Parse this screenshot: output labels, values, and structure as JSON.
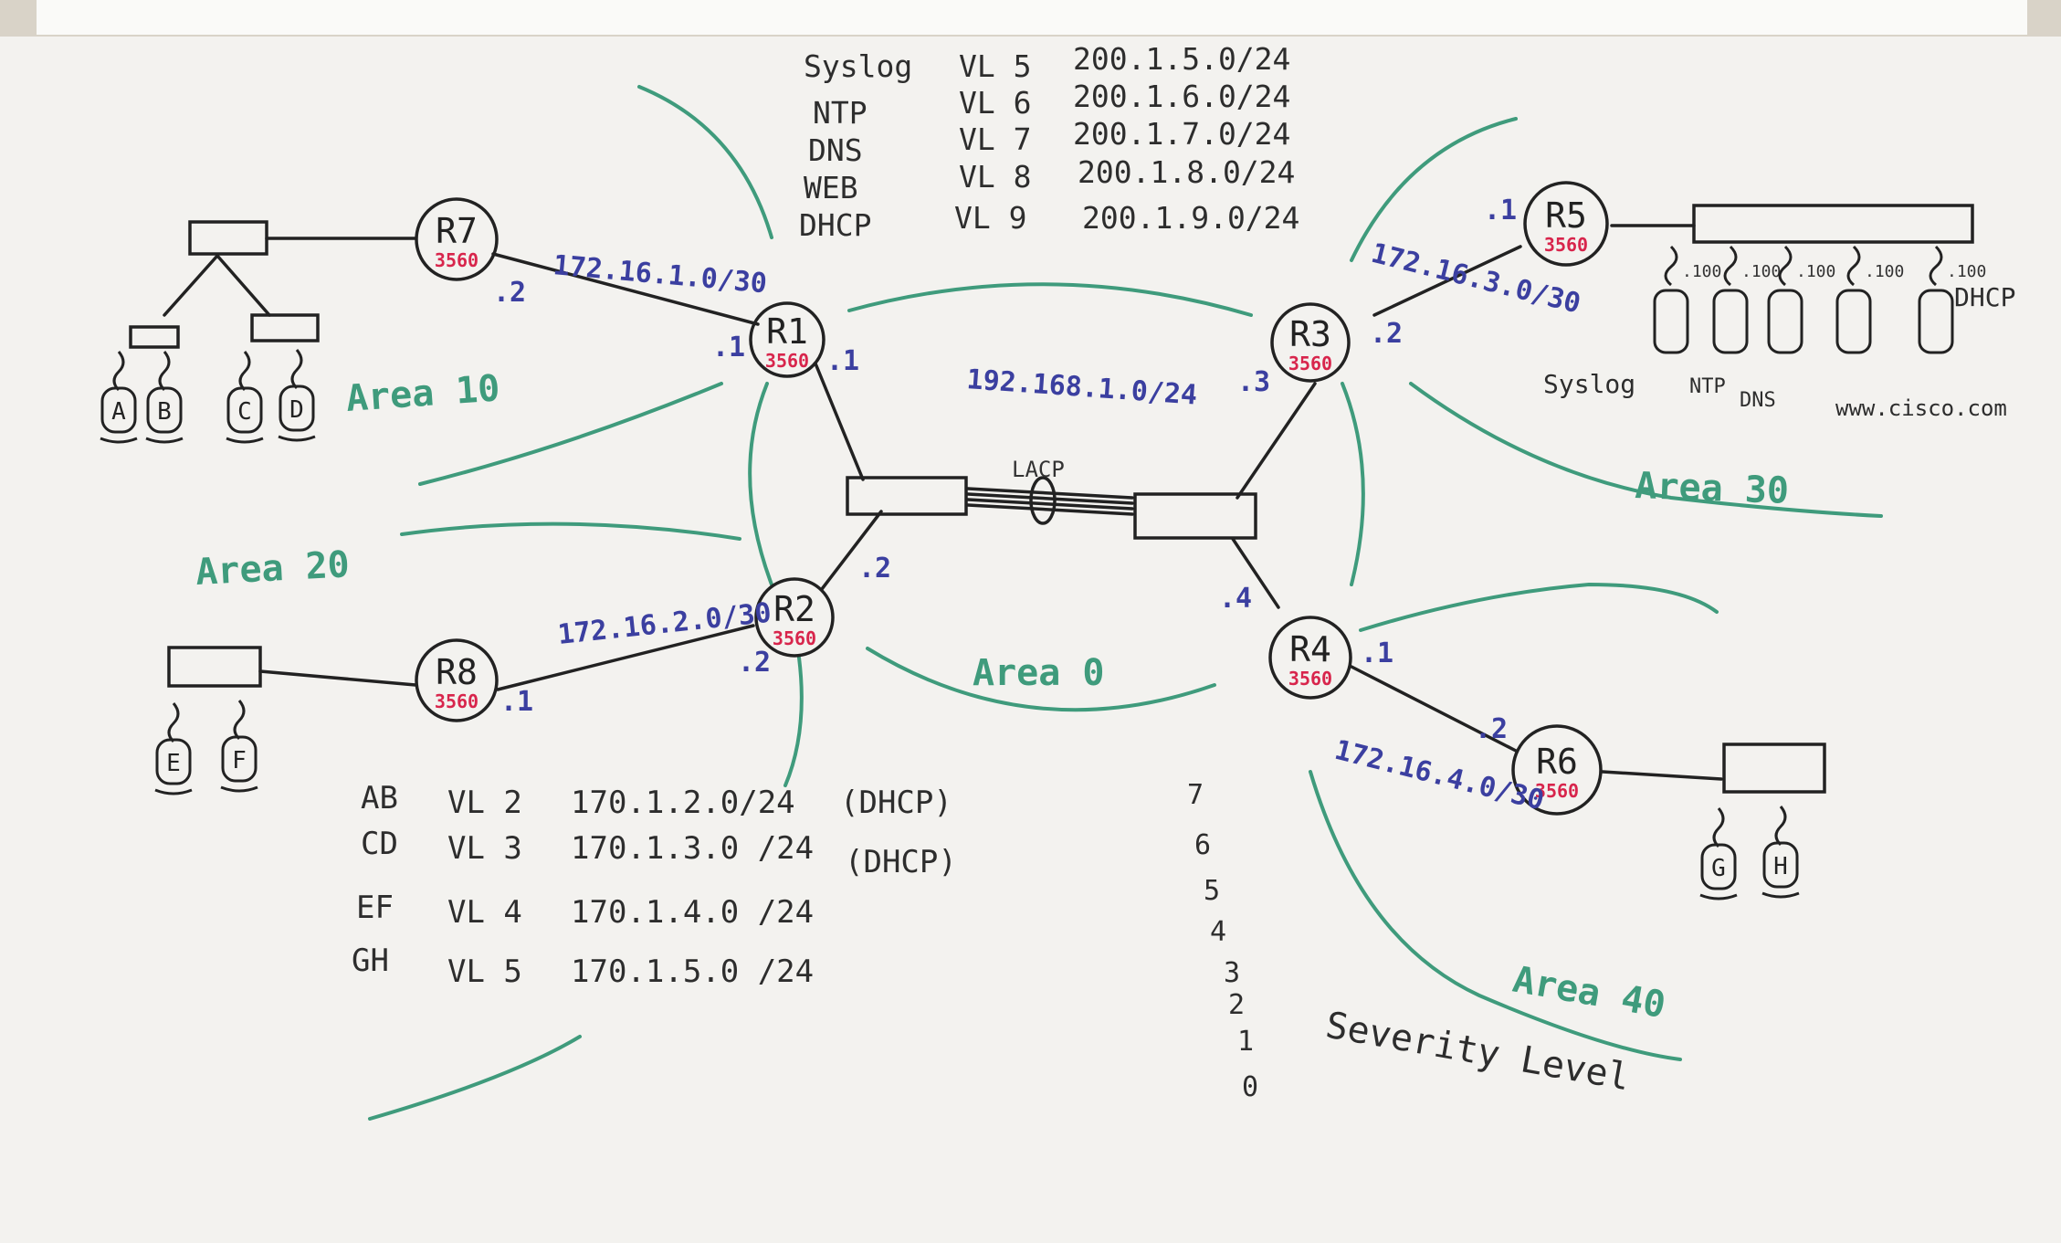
{
  "top_services": [
    {
      "name": "Syslog",
      "vlan": "VL 5",
      "subnet": "200.1.5.0/24"
    },
    {
      "name": "NTP",
      "vlan": "VL 6",
      "subnet": "200.1.6.0/24"
    },
    {
      "name": "DNS",
      "vlan": "VL 7",
      "subnet": "200.1.7.0/24"
    },
    {
      "name": "WEB",
      "vlan": "VL 8",
      "subnet": "200.1.8.0/24"
    },
    {
      "name": "DHCP",
      "vlan": "VL 9",
      "subnet": "200.1.9.0/24"
    }
  ],
  "routers": {
    "r7": {
      "name": "R7",
      "model": "3560"
    },
    "r1": {
      "name": "R1",
      "model": "3560"
    },
    "r2": {
      "name": "R2",
      "model": "3560"
    },
    "r8": {
      "name": "R8",
      "model": "3560"
    },
    "r3": {
      "name": "R3",
      "model": "3560"
    },
    "r5": {
      "name": "R5",
      "model": "3560"
    },
    "r4": {
      "name": "R4",
      "model": "3560"
    },
    "r6": {
      "name": "R6",
      "model": "3560"
    }
  },
  "links": {
    "r7_r1": "172.16.1.0/30",
    "r8_r2": "172.16.2.0/30",
    "r5_r3": "172.16.3.0/30",
    "r4_r6": "172.16.4.0/30",
    "core": "192.168.1.0/24",
    "lacp": "LACP"
  },
  "interface_ids": {
    "r7": ".2",
    "r1_w": ".1",
    "r1_s": ".1",
    "r2_n": ".2",
    "r2_w": ".2",
    "r8": ".1",
    "r3_e": ".2",
    "r3_s": ".3",
    "r5": ".1",
    "r4_n": ".4",
    "r4_e": ".1",
    "r6": ".2"
  },
  "areas": {
    "a10": "Area 10",
    "a20": "Area 20",
    "a0": "Area 0",
    "a30": "Area 30",
    "a40": "Area 40"
  },
  "hosts": {
    "a": "A",
    "b": "B",
    "c": "C",
    "d": "D",
    "e": "E",
    "f": "F",
    "g": "G",
    "h": "H"
  },
  "server_ids": [
    ".100",
    ".100",
    ".100",
    ".100",
    ".100"
  ],
  "server_labels": {
    "syslog": "Syslog",
    "ntp": "NTP",
    "dns": "DNS",
    "web": "www.cisco.com",
    "dhcp": "DHCP"
  },
  "vlan_table": [
    {
      "hosts": "AB",
      "vlan": "VL 2",
      "subnet": "170.1.2.0/24",
      "note": "(DHCP)"
    },
    {
      "hosts": "CD",
      "vlan": "VL 3",
      "subnet": "170.1.3.0 /24",
      "note": "(DHCP)"
    },
    {
      "hosts": "EF",
      "vlan": "VL 4",
      "subnet": "170.1.4.0 /24",
      "note": ""
    },
    {
      "hosts": "GH",
      "vlan": "VL 5",
      "subnet": "170.1.5.0 /24",
      "note": ""
    }
  ],
  "severity": {
    "levels": [
      "7",
      "6",
      "5",
      "4",
      "3",
      "2",
      "1",
      "0"
    ],
    "label": "Severity Level"
  },
  "colors": {
    "ink": "#222222",
    "blue": "#3b3fa0",
    "green": "#3f9b7c",
    "red": "#d8254c",
    "board": "#f3f2ef"
  }
}
